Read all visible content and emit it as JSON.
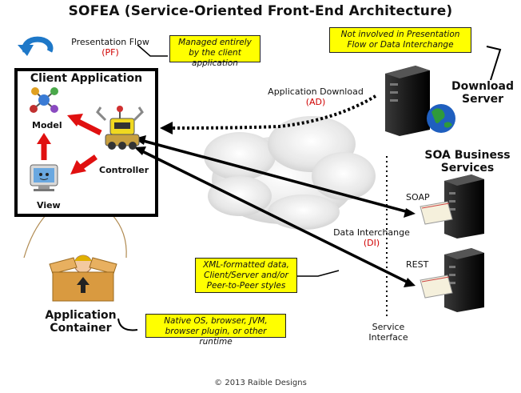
{
  "title": "SOFEA (Service-Oriented Front-End Architecture)",
  "presentation_flow": {
    "label": "Presentation Flow",
    "abbr": "(PF)"
  },
  "notes": {
    "client_managed": "Managed entirely by the client application",
    "not_involved": "Not involved in Presentation Flow or Data Interchange",
    "xml_formatted": "XML-formatted data, Client/Server and/or Peer-to-Peer styles",
    "native_os": "Native OS, browser, JVM, browser plugin, or other runtime"
  },
  "client_application": {
    "title": "Client Application",
    "model": "Model",
    "view": "View",
    "controller": "Controller"
  },
  "application_download": {
    "label": "Application Download",
    "abbr": "(AD)"
  },
  "download_server": "Download Server",
  "soa_services": "SOA Business Services",
  "soap": "SOAP",
  "rest": "REST",
  "data_interchange": {
    "label": "Data Interchange",
    "abbr": "(DI)"
  },
  "service_interface": "Service Interface",
  "application_container": "Application Container",
  "footer": "© 2013 Raible Designs"
}
